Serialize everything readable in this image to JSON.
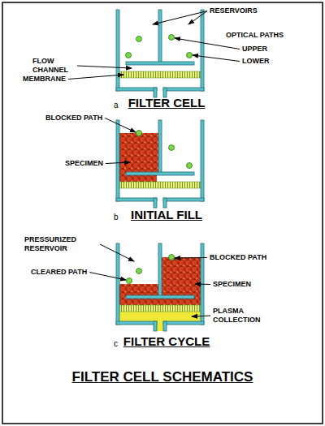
{
  "diagram": {
    "title": "FILTER CELL SCHEMATICS",
    "labels": [
      "RESERVOIRS",
      "OPTICAL PATHS",
      "UPPER",
      "LOWER",
      "FLOW CHANNEL",
      "MEMBRANE",
      "a",
      "FILTER CELL",
      "BLOCKED PATH",
      "SPECIMEN",
      "b",
      "INITIAL FILL",
      "PRESSURIZED RESERVOIR",
      "CLEARED PATH",
      "BLOCKED PATH",
      "SPECIMEN",
      "PLASMA COLLECTION",
      "c",
      "FILTER CYCLE"
    ]
  }
}
